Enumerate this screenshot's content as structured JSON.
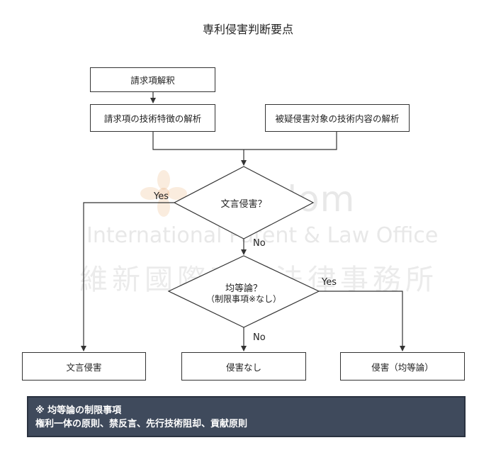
{
  "title": "専利侵害判断要点",
  "watermark": {
    "name": "Wisdom",
    "subtitle": "International Patent & Law Office",
    "cjk": "維新國際專利法律事務所"
  },
  "nodes": {
    "claim_interpretation": "請求項解釈",
    "claim_feature_analysis": "請求項の技術特徴の解析",
    "accused_analysis": "被疑侵害対象の技術内容の解析",
    "literal_question": "文言侵害？",
    "doe_question_line1": "均等論？",
    "doe_question_line2": "（制限事項※なし）",
    "literal_infringement": "文言侵害",
    "no_infringement": "侵害なし",
    "doe_infringement": "侵害（均等論）"
  },
  "edge_labels": {
    "literal_yes": "Yes",
    "literal_no": "No",
    "doe_yes": "Yes",
    "doe_no": "No"
  },
  "note": {
    "line1": "※ 均等論の制限事項",
    "line2": "権利一体の原則、禁反言、先行技術阻却、貢献原則"
  },
  "colors": {
    "line": "#333333",
    "note_bg": "#3f4a5c",
    "note_text": "#ffffff",
    "watermark": "#cdcdcd"
  }
}
